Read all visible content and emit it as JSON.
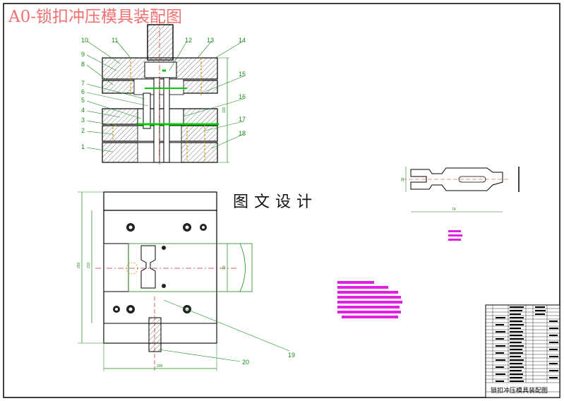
{
  "title": "A0-锁扣冲压模具装配图",
  "watermark": "图文设计",
  "title_block_name": "锁扣冲压模具装配图",
  "callouts": [
    "1",
    "2",
    "3",
    "4",
    "5",
    "6",
    "7",
    "8",
    "9",
    "10",
    "11",
    "12",
    "13",
    "14",
    "15",
    "16",
    "17",
    "18",
    "19",
    "20"
  ],
  "dimensions": {
    "front_height": "120",
    "plan_width": "200",
    "plan_height_outer": "250",
    "plan_height_inner": "210",
    "strip_width": "70",
    "part_length": "74",
    "part_width": "20"
  },
  "colors": {
    "outline": "#000000",
    "leader": "#1a8a1a",
    "highlight": "#00cc00",
    "magenta": "#e020e0",
    "title": "#f07070",
    "centerline": "#cc2222",
    "hatch": "#444444"
  }
}
